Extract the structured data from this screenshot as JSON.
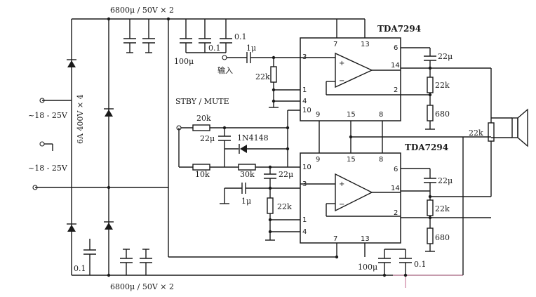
{
  "chips": {
    "top_name": "TDA7294",
    "bottom_name": "TDA7294"
  },
  "labels": {
    "psu_caps_top": "6800μ / 50V × 2",
    "psu_caps_bottom": "6800μ / 50V × 2",
    "bridge": "6A 400V × 4",
    "ac_top": "~18 - 25V",
    "ac_bottom": "~18 - 25V",
    "cap_100u_top": "100μ",
    "cap_0_1_a": "0.1",
    "cap_0_1_b": "0.1",
    "cap_1u_top": "1μ",
    "input": "输入",
    "res_22k_in_top": "22k",
    "cap_22u_out_top": "22μ",
    "res_22k_fb_top": "22k",
    "res_680_top": "680",
    "stby": "STBY / MUTE",
    "res_20k": "20k",
    "cap_22u_stby": "22μ",
    "diode": "1N4148",
    "res_10k": "10k",
    "res_30k": "30k",
    "cap_22u_pin10": "22μ",
    "cap_1u_bot": "1μ",
    "res_22k_in_bot": "22k",
    "cap_22u_out_bot": "22μ",
    "res_22k_fb_bot": "22k",
    "res_680_bot": "680",
    "res_22k_spk": "22k",
    "cap_100u_bot": "100μ",
    "cap_0_1_bot": "0.1",
    "cap_0_1_psu": "0.1"
  },
  "pins": {
    "t3": "3",
    "t7": "7",
    "t13": "13",
    "t6": "6",
    "t14": "14",
    "t2": "2",
    "t1": "1",
    "t4": "4",
    "t10": "10",
    "t9": "9",
    "t15": "15",
    "t8": "8",
    "b10": "10",
    "b9": "9",
    "b15": "15",
    "b8": "8",
    "b6": "6",
    "b3": "3",
    "b14": "14",
    "b2": "2",
    "b1": "1",
    "b4": "4",
    "b7": "7",
    "b13": "13"
  }
}
